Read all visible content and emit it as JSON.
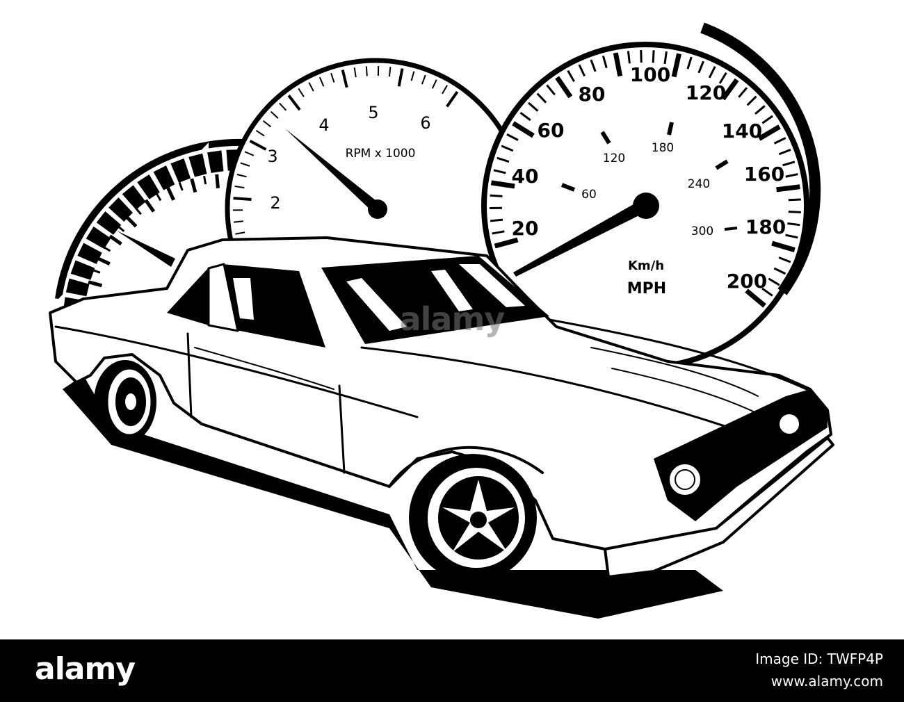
{
  "rpm_gauge": {
    "numbers": [
      "2",
      "3",
      "4",
      "5",
      "6"
    ],
    "unit_label": "RPM x 1000",
    "needle_value": 3.5
  },
  "speed_gauge": {
    "mph_numbers": [
      "20",
      "40",
      "60",
      "80",
      "100",
      "120",
      "140",
      "160",
      "180",
      "200"
    ],
    "kmh_numbers": [
      "60",
      "120",
      "180",
      "240",
      "300"
    ],
    "unit_kmh": "Km/h",
    "unit_mph": "MPH",
    "needle_value": 20
  },
  "watermark": {
    "center_text": "alamy"
  },
  "footer": {
    "logo_text": "alamy",
    "image_id_label": "Image ID: TWFP4P",
    "site_url": "www.alamy.com"
  },
  "colors": {
    "ink": "#000000",
    "paper": "#ffffff",
    "footer_bg": "#000000"
  }
}
